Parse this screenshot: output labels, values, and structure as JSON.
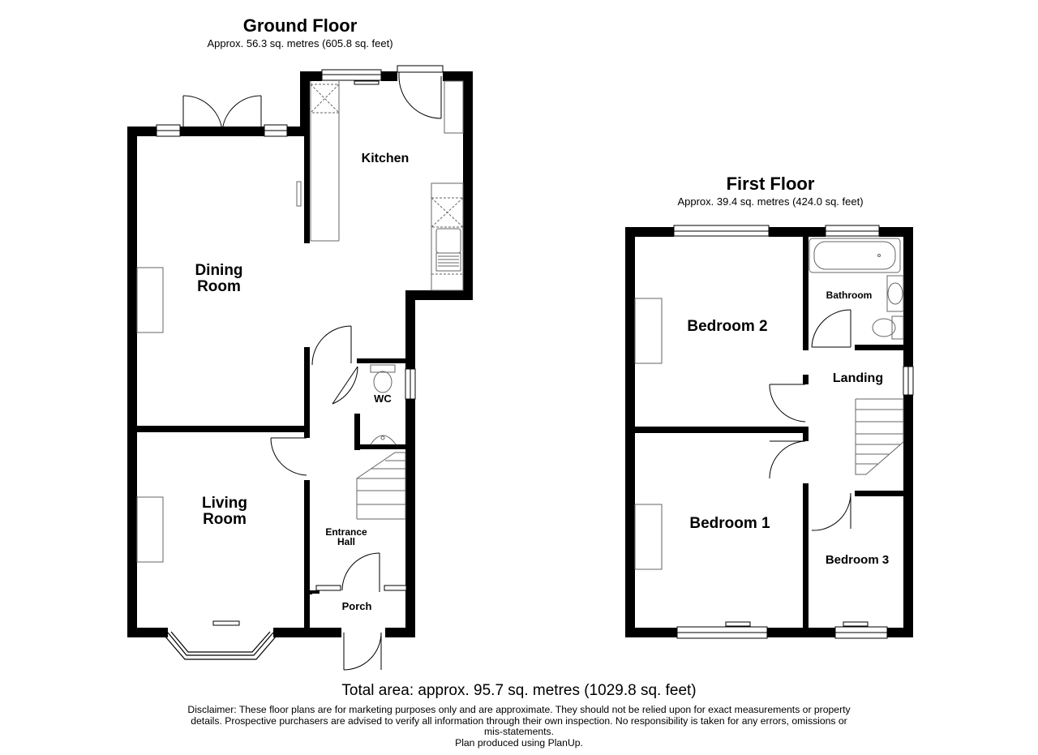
{
  "ground_floor": {
    "title": "Ground Floor",
    "area": "Approx. 56.3 sq. metres (605.8 sq. feet)",
    "rooms": {
      "kitchen": "Kitchen",
      "dining_room": "Dining\nRoom",
      "living_room": "Living\nRoom",
      "wc": "WC",
      "entrance_hall": "Entrance\nHall",
      "porch": "Porch"
    }
  },
  "first_floor": {
    "title": "First Floor",
    "area": "Approx. 39.4 sq. metres (424.0 sq. feet)",
    "rooms": {
      "bedroom_2": "Bedroom 2",
      "bathroom": "Bathroom",
      "landing": "Landing",
      "bedroom_1": "Bedroom 1",
      "bedroom_3": "Bedroom 3"
    }
  },
  "footer": {
    "total_area": "Total area: approx. 95.7 sq. metres (1029.8 sq. feet)",
    "disclaimer": "Disclaimer: These floor plans are for marketing purposes only and are approximate. They should not be relied upon for exact measurements or property details. Prospective purchasers are advised to verify all information through their own inspection. No responsibility is taken for any errors, omissions or mis-statements.",
    "credit": "Plan produced using PlanUp."
  },
  "colors": {
    "wall": "#000000",
    "fixture": "#666666",
    "background": "#ffffff"
  }
}
